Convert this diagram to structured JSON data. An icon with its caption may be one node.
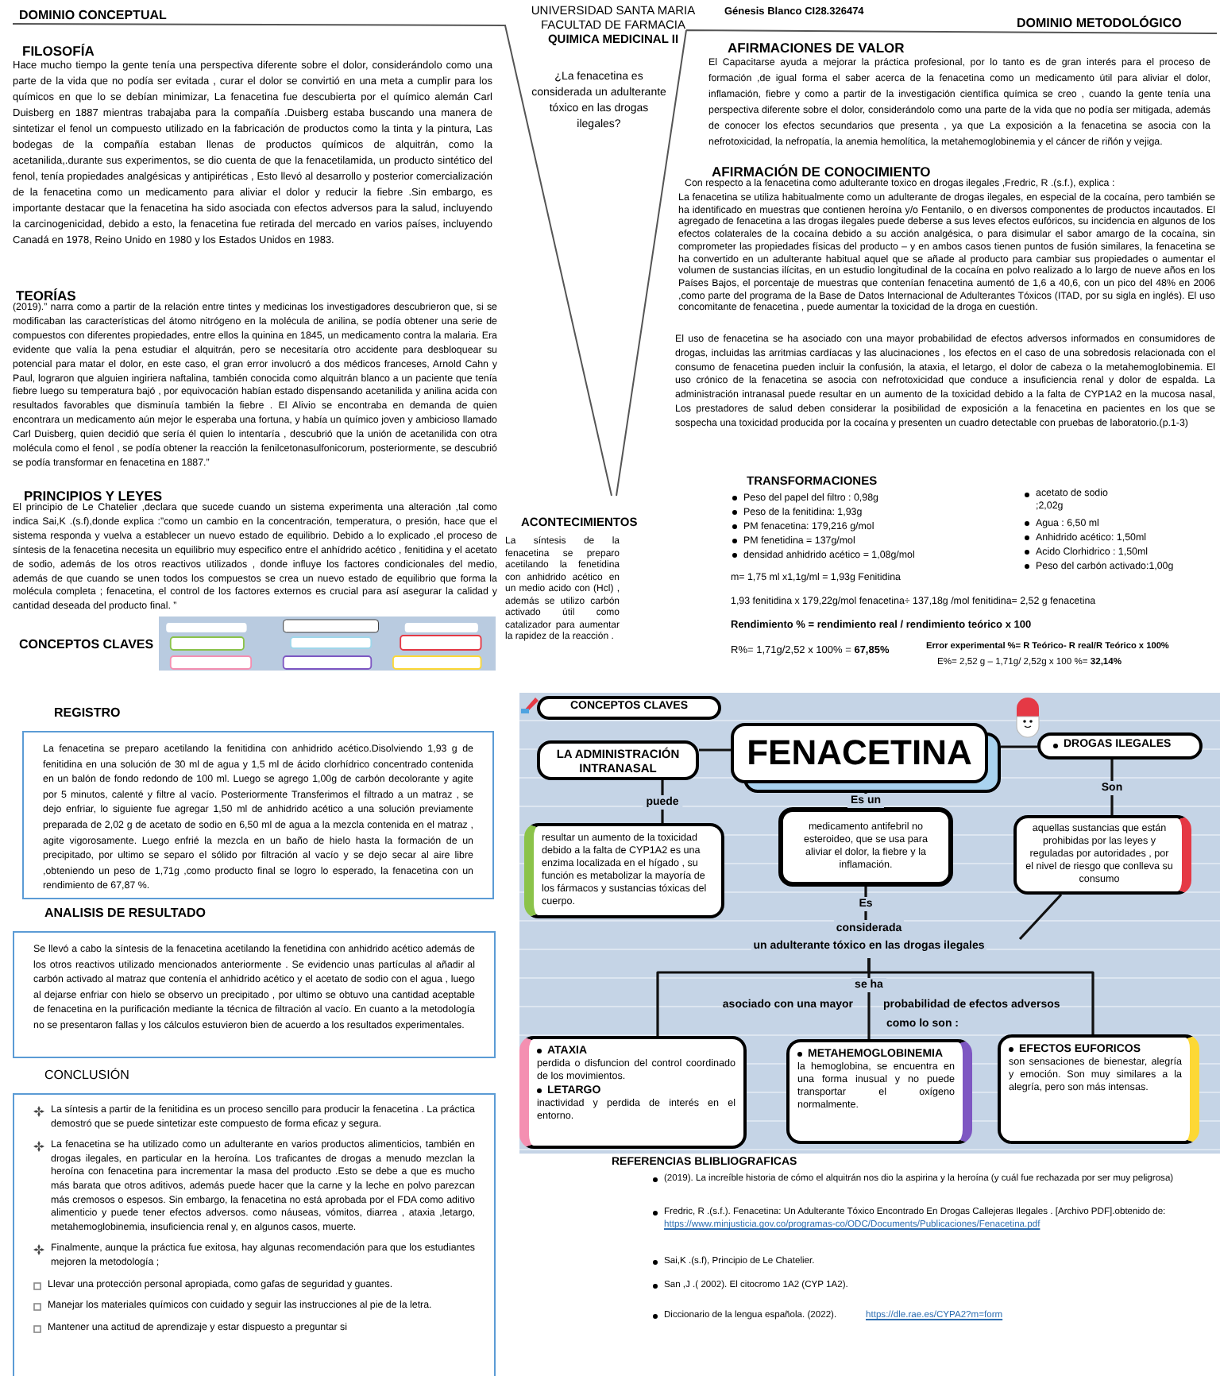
{
  "diagram": {
    "nodes": [
      {
        "text": [],
        "shape": "picture",
        "beside": [
          "CONCEPTOS CLAVES"
        ]
      },
      {
        "text": [
          "REGISTRO",
          "La fenacetina se preparo acetilando la fenitidina con anhidrido acético.Disolviendo 1,93 g de fenitidina en una solución de 30 ml de agua y 1,5 ml de ácido clorhídrico concentrado contenida en un balón de fondo redondo de 100 ml. Luego se agrego 1,00g de carbón decolorante y agite por 5 minutos, calenté y filtre al vacío. Posteriormente Transferimos el filtrado a un matraz , se dejo enfriar, lo siguiente fue agregar 1,50 ml de anhidrido acético a una solución previamente preparada de 2,02 g de acetato de sodio en 6,50 ml de agua a la mezcla contenida en el matraz , agite vigorosamente. Luego enfrié la mezcla en un baño de hielo hasta la formación de un precipitado, por ultimo se separo el sólido por filtración al vacío y se dejo secar al aire libre ,obteniendo un peso de 1,71g ,como producto final se logro lo esperado, la fenacetina con un rendimiento de 67,87 %."
        ]
      },
      {
        "text": [
          "ANALISIS DE RESULTADO",
          "Se llevó a cabo la síntesis de la fenacetina acetilando la fenetidina con anhidrido acético además de los otros reactivos utilizado mencionados anteriormente . Se evidencio unas partículas al añadir al carbón activado al matraz que contenía el anhidrido acético y el acetato de sodio con el agua , luego al dejarse enfriar con hielo se observo un precipitado , por ultimo se obtuvo una cantidad aceptable de fenacetina en la purificación mediante la técnica de filtración al vacío. En cuanto a la metodología no se presentaron fallas y los cálculos estuvieron bien de acuerdo a los resultados experimentales."
        ]
      },
      {
        "text": [
          "CONCLUSIÓN",
          "La síntesis a partir de la fenitidina es un proceso sencillo para producir la fenacetina . La práctica demostró que se puede sintetizar este compuesto de forma eficaz y segura.",
          "La fenacetina se ha utilizado como un adulterante en varios productos alimenticios, también en drogas ilegales, en particular en la heroína. Los traficantes de drogas a menudo mezclan la heroína con fenacetina para incrementar la masa del producto .Esto se debe a que es mucho más barata que otros aditivos, además puede hacer que la carne y la leche en polvo parezcan más cremosos o espesos. Sin embargo, la fenacetina no está aprobada por el FDA como aditivo alimenticio y puede tener efectos adversos. como náuseas, vómitos, diarrea , ataxia ,letargo, metahemoglobinemia, insuficiencia renal y, en algunos casos, muerte.",
          "Finalmente, aunque la práctica fue exitosa, hay algunas recomendación para que los estudiantes mejoren la metodología ;",
          "Llevar una protección personal apropiada, como gafas de seguridad y guantes.",
          "Manejar los materiales químicos con cuidado y seguir las instrucciones al pie de la letra.",
          "Mantener una actitud de aprendizaje y estar dispuesto a preguntar si"
        ]
      },
      {
        "text": [],
        "shape": "box"
      },
      {
        "text": [
          "CONCEPTOS CLAVES"
        ],
        "in": 4
      },
      {
        "text": [
          "FENACETINA"
        ],
        "in": 4
      },
      {
        "text": [
          "LA ADMINISTRACIÓN INTRANASAL"
        ],
        "in": 4
      },
      {
        "text": [
          "DROGAS ILEGALES"
        ],
        "in": 4
      },
      {
        "text": [
          "resultar un aumento de la toxicidad debido a la falta de CYP1A2 es una enzima localizada en el hígado , su función es metabolizar la mayoría de los fármacos y sustancias tóxicas del cuerpo."
        ],
        "in": 4
      },
      {
        "text": [
          "medicamento antifebril no esteroideo, que se usa para aliviar el dolor, la fiebre y la inflamación."
        ],
        "in": 4
      },
      {
        "text": [
          "aquellas sustancias que están prohibidas por las leyes y reguladas por autoridades , por el nivel de riesgo que conlleva su consumo"
        ],
        "in": 4
      },
      {
        "text": [
          "considerada",
          "un adulterante tóxico en las drogas ilegales"
        ],
        "in": 4
      },
      {
        "text": [
          "ATAXIA",
          "perdida o disfuncion del control coordinado de los movimientos.",
          "LETARGO",
          "inactividad y perdida de interés en el entorno."
        ],
        "in": 4
      },
      {
        "text": [
          "METAHEMOGLOBINEMIA",
          "la hemoglobina, se encuentra en una forma inusual y no puede transportar el oxígeno normalmente."
        ],
        "in": 4
      },
      {
        "text": [
          "EFECTOS EUFORICOS",
          "son sensaciones de bienestar, alegría y emoción. Son muy similares a la alegría, pero son más intensas."
        ],
        "in": 4
      }
    ],
    "edges": [
      {
        "from": 6,
        "to": 7,
        "arrow": "none"
      },
      {
        "from": 7,
        "to": 9,
        "arrow": "none",
        "label": "puede"
      },
      {
        "from": 6,
        "to": 10,
        "arrow": "none",
        "label": "Es un"
      },
      {
        "from": 6,
        "to": 8,
        "arrow": "none"
      },
      {
        "from": 8,
        "to": 11,
        "arrow": "none",
        "label": "Son"
      },
      {
        "from": 10,
        "to": 12,
        "arrow": "none",
        "label": "Es"
      },
      {
        "from": 11,
        "to": 12,
        "arrow": "none"
      },
      {
        "from": 12,
        "to": 13,
        "arrow": "none"
      },
      {
        "from": 12,
        "to": 14,
        "arrow": "none",
        "label": "se ha"
      },
      {
        "from": 12,
        "to": 15,
        "arrow": "none"
      }
    ],
    "labels": [
      "DOMINIO CONCEPTUAL",
      "UNIVERSIDAD SANTA MARIA",
      "FACULTAD DE FARMACIA",
      "QUIMICA MEDICINAL II",
      "Génesis Blanco CI28.326474",
      "DOMINIO METODOLÓGICO",
      "FILOSOFÍA",
      "Hace mucho tiempo la gente tenía una perspectiva diferente sobre el dolor, considerándolo como una parte de la vida que no podía ser evitada , curar el dolor se convirtió en una meta a cumplir para los químicos en que lo se debían minimizar, La fenacetina fue descubierta por el químico alemán Carl Duisberg en 1887 mientras trabajaba para la compañía .Duisberg estaba buscando una manera de sintetizar el fenol un compuesto utilizado en la fabricación de productos como la tinta y la pintura, Las bodegas de la compañía estaban llenas de productos químicos de alquitrán, como la acetanilida,.durante sus experimentos, se dio cuenta de que la fenacetilamida, un producto sintético del fenol, tenía propiedades analgésicas y antipiréticas , Esto llevó al desarrollo y posterior comercialización de la fenacetina como un medicamento para aliviar el dolor y reducir la fiebre .Sin embargo, es importante destacar que la fenacetina ha sido asociada con efectos adversos para la salud, incluyendo la carcinogenicidad, debido a esto, la fenacetina fue retirada del mercado en varios países, incluyendo Canadá en 1978, Reino Unido en 1980 y los Estados Unidos en 1983.",
      "AFIRMACIONES DE VALOR",
      "El Capacitarse ayuda a mejorar la práctica profesional, por lo tanto es de gran interés para el proceso de formación ,de igual forma el saber acerca de la fenacetina como un medicamento útil para aliviar el dolor, inflamación, fiebre y como a partir de la investigación científica química se creo , cuando la gente tenía una perspectiva diferente sobre el dolor, considerándolo como una parte de la vida que no podía ser mitigada, además de conocer los efectos secundarios que presenta , ya que La exposición a la fenacetina se asocia con la nefrotoxicidad, la nefropatía, la anemia hemolítica, la metahemoglobinemia y el cáncer de riñón y vejiga.",
      "¿La fenacetina es considerada un adulterante tóxico en las drogas ilegales?",
      "AFIRMACIÓN DE CONOCIMIENTO",
      "Con respecto a la fenacetina como adulterante toxico en drogas ilegales ,Fredric, R .(s.f.), explica :",
      "La fenacetina se utiliza habitualmente como un adulterante de drogas ilegales, en especial de la cocaína, pero también se ha identificado en muestras que contienen heroína y/o Fentanilo, o en diversos componentes de productos incautados. El agregado de fenacetina a las drogas ilegales puede deberse a sus leves efectos eufóricos, su incidencia en algunos de los efectos colaterales de la cocaína debido a su acción analgésica, o para disimular el sabor amargo de la cocaína, sin comprometer las propiedades físicas del producto – y en ambos casos tienen puntos de fusión similares, la fenacetina se ha convertido en un adulterante habitual aquel que se añade al producto para cambiar sus propiedades o aumentar el volumen de sustancias ilícitas, en un estudio longitudinal de la cocaína en polvo realizado a lo largo de nueve años en los Países Bajos, el porcentaje de muestras que contenían fenacetina aumentó de 1,6 a 40,6, con un pico del 48% en 2006 ,como parte del programa de la Base de Datos Internacional de Adulterantes Tóxicos (ITAD, por su sigla en inglés). El uso concomitante de fenacetina , puede aumentar la toxicidad de la droga en cuestión.",
      "El uso de fenacetina se ha asociado con una mayor probabilidad de efectos adversos informados en consumidores de drogas, incluidas las arritmias cardíacas y las alucinaciones , los efectos en el caso de una sobredosis relacionada con el consumo de fenacetina pueden incluir la confusión, la ataxia, el letargo, el dolor de cabeza o la metahemoglobinemia. El uso crónico de la fenacetina se asocia con nefrotoxicidad que conduce a insuficiencia renal y dolor de espalda. La administración intranasal puede resultar en un aumento de la toxicidad debido a la falta de CYP1A2 en la mucosa nasal, Los prestadores de salud deben considerar la posibilidad de exposición a la fenacetina en pacientes en los que se sospecha una toxicidad producida por la cocaína y presenten un cuadro detectable con pruebas de laboratorio.(p.1-3)",
      "TEORÍAS",
      "(2019).” narra como a partir de la relación entre tintes y medicinas los investigadores descubrieron que, si se modificaban las características del átomo nitrógeno en la molécula de anilina, se podía obtener una serie de compuestos con diferentes propiedades, entre ellos la quinina en 1845, un medicamento contra la malaria. Era evidente que valía la pena estudiar el alquitrán, pero se necesitaría otro accidente para desbloquear su potencial para matar el dolor, en este caso, el gran error involucró a dos médicos franceses, Arnold Cahn y Paul, lograron que alguien ingiriera naftalina, también conocida como alquitrán blanco a un paciente que tenía fiebre luego su temperatura bajó , por equivocación habían estado dispensando acetanilida y anilina acida con resultados favorables que disminuía también la fiebre . El Alivio se encontraba en demanda de quien encontrara un medicamento aún mejor le esperaba una fortuna, y había un químico joven y ambicioso llamado Carl Duisberg, quien decidió que sería él quien lo intentaría , descubrió que la unión de acetanilida con otra molécula como el fenol , se podía obtener la reacción la fenilcetonasulfonicorum, posteriormente, se descubrió se podía transformar en fenacetina en 1887.”",
      "PRINCIPIOS Y LEYES",
      "El principio de Le Chatelier ,declara que sucede cuando un sistema experimenta una alteración ,tal como indica Sai,K .(s.f),donde explica :”como un cambio en la concentración, temperatura, o presión, hace que el sistema responda y vuelva a establecer un nuevo estado de equilibrio. Debido a lo explicado ,el proceso de síntesis de la fenacetina necesita un equilibrio muy especifico entre el anhídrido acético , fenitidina y el acetato de sodio, además de los otros reactivos utilizados , donde influye los factores condicionales del medio, además de que cuando se unen todos los compuestos se crea un nuevo estado de equilibrio que forma la molécula completa ; fenacetina, el control de los factores externos es crucial para así asegurar la calidad y cantidad deseada del producto final. ”",
      "ACONTECIMIENTOS",
      "La síntesis de la fenacetina se preparo acetilando la fenetidina con anhidrido acético en un medio acido con (Hcl) , además se utilizo carbón activado útil como catalizador para aumentar la rapidez de la reacción .",
      "TRANSFORMACIONES",
      "Peso del papel del filtro : 0,98g",
      "Peso de la fenitidina: 1,93g",
      "PM fenacetina: 179,216 g/mol",
      "PM fenetidina = 137g/mol",
      "densidad anhidrido acético = 1,08g/mol",
      "acetato de sodio ;2,02g",
      "Agua : 6,50 ml",
      "Anhidrido acético: 1,50ml",
      "Acido Clorhidrico : 1,50ml",
      "Peso del carbón activado:1,00g",
      "m= 1,75 ml x1,1g/ml = 1,93g Fenitidina",
      "1,93 fenitidina x 179,22g/mol fenacetina÷ 137,18g /mol fenitidina= 2,52 g fenacetina",
      "Rendimiento % = rendimiento real / rendimiento teórico x 100",
      "R%= 1,71g/2,52 x 100% = **67,85%**",
      "Error experimental %= R Teórico- R real/R Teórico x 100%",
      "E%= 2,52 g – 1,71g/ 2,52g x 100 %= **32,14%**",
      "asociado con una mayor",
      "probabilidad de efectos adversos",
      "como lo son :",
      "REFERENCIAS BLIBLIOGRAFICAS",
      "(2019). La increíble historia de cómo el alquitrán nos dio la aspirina y la heroína (y cuál fue rechazada por ser muy peligrosa)",
      "Fredric, R .(s.f.). Fenacetina: Un Adulterante Tóxico Encontrado En Drogas Callejeras Ilegales . [Archivo PDF].obtenido de:",
      "https://www.minjusticia.gov.co/programas-co/ODC/Documents/Publicaciones/Fenacetina.pdf",
      "Sai,K .(s.f), Principio de Le Chatelier.",
      "San ,J .( 2002). El citocromo 1A2 (CYP 1A2).",
      "Diccionario de la lengua española. (2022).",
      "https://dle.rae.es/CYPA2?m=form"
    ]
  }
}
